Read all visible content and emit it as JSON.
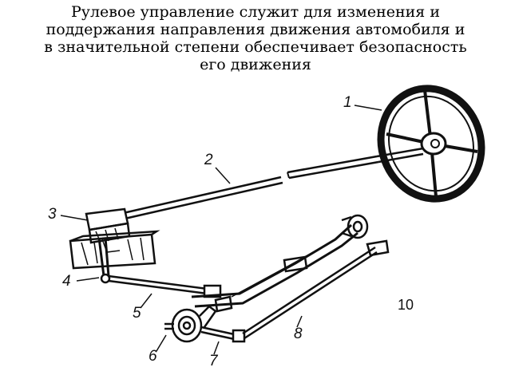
{
  "slide": {
    "title_lines": [
      "Рулевое управление служит для изменения и",
      "поддержания направления движения автомобиля и",
      "в значительной степени обеспечивает безопасность",
      "его движения"
    ]
  },
  "figure": {
    "part_labels": [
      "1",
      "2",
      "3",
      "4",
      "5",
      "6",
      "7",
      "8"
    ],
    "figure_number": "10"
  }
}
